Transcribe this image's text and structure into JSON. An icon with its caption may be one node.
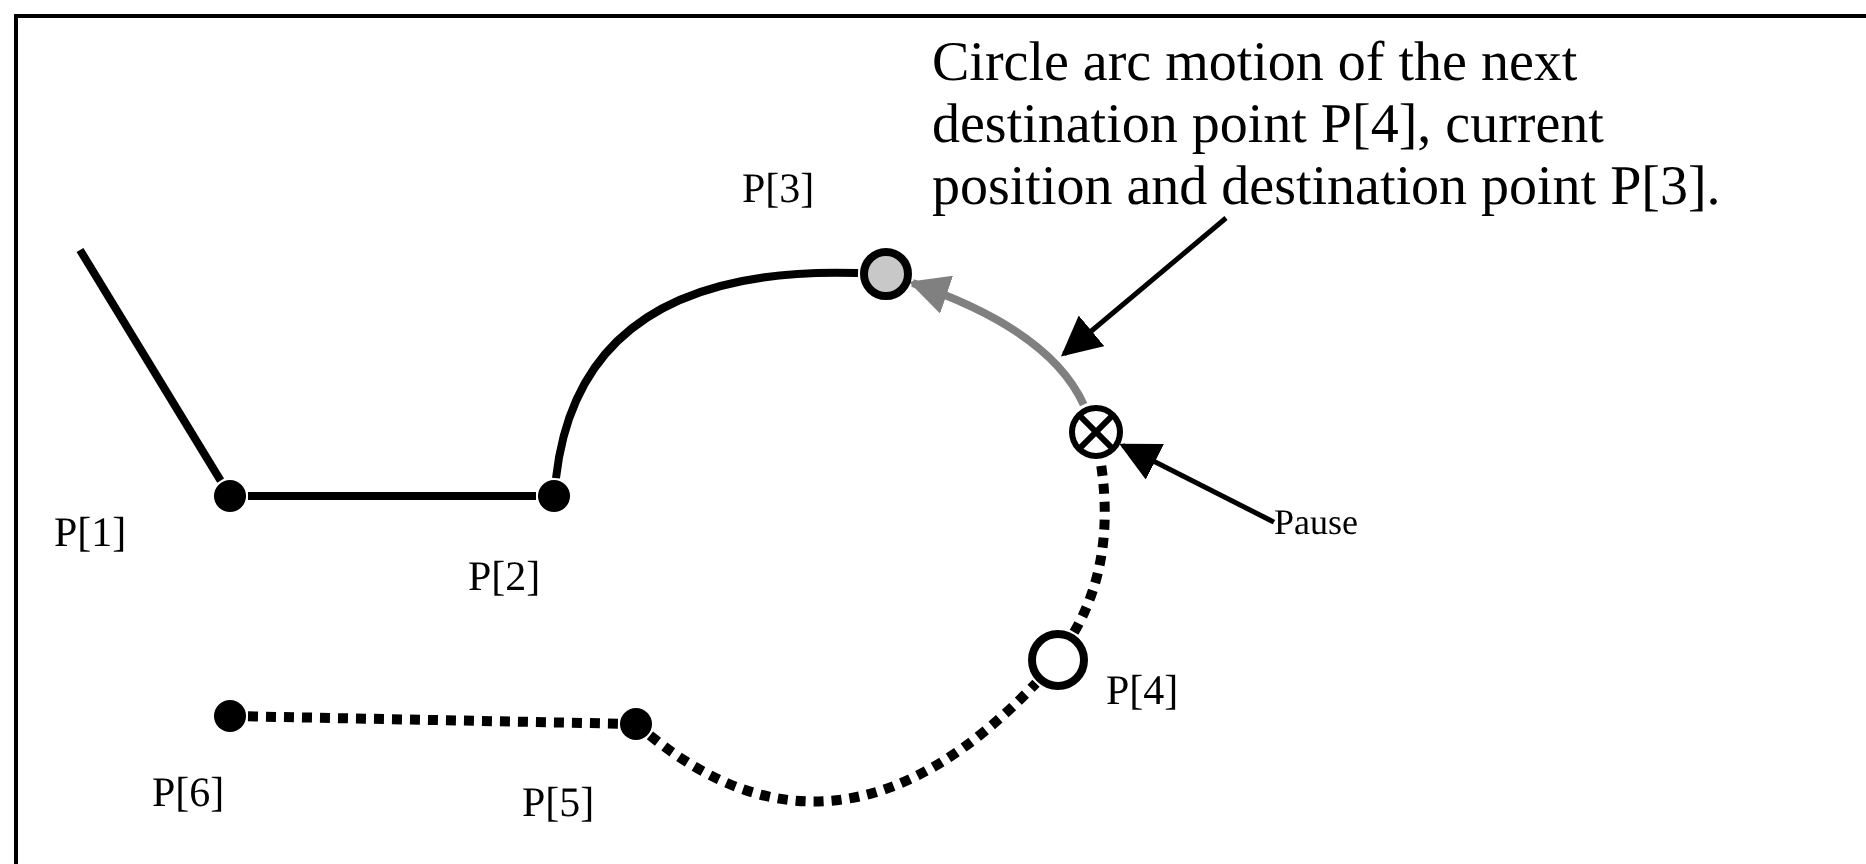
{
  "diagram": {
    "nodes": [
      {
        "text": [
          "P[1]"
        ]
      },
      {
        "text": [
          "P[2]"
        ]
      },
      {
        "text": [
          "P[3]"
        ]
      },
      {
        "text": [],
        "shape": "circle"
      },
      {
        "text": [
          "P[4]"
        ]
      },
      {
        "text": [
          "P[5]"
        ]
      },
      {
        "text": [
          "P[6]"
        ]
      },
      {
        "text": [
          "Pause"
        ]
      },
      {
        "text": [
          "Circle arc motion of the next destination point P[4], current position and destination point P[3]."
        ]
      }
    ],
    "edges": [
      {
        "from": null,
        "to": 0,
        "arrow": "none"
      },
      {
        "from": 0,
        "to": 1,
        "arrow": "none"
      },
      {
        "from": 1,
        "to": 2,
        "arrow": "none"
      },
      {
        "from": 3,
        "to": 2,
        "arrow": "to",
        "color": "#808080"
      },
      {
        "from": 4,
        "to": 3,
        "arrow": "none",
        "style": "dashed"
      },
      {
        "from": 5,
        "to": 4,
        "arrow": "none",
        "style": "dashed"
      },
      {
        "from": 6,
        "to": 5,
        "arrow": "none",
        "style": "dashed"
      },
      {
        "from": 7,
        "to": 3,
        "arrow": "to"
      },
      {
        "from": 8,
        "to": null,
        "arrow": "to"
      }
    ]
  }
}
